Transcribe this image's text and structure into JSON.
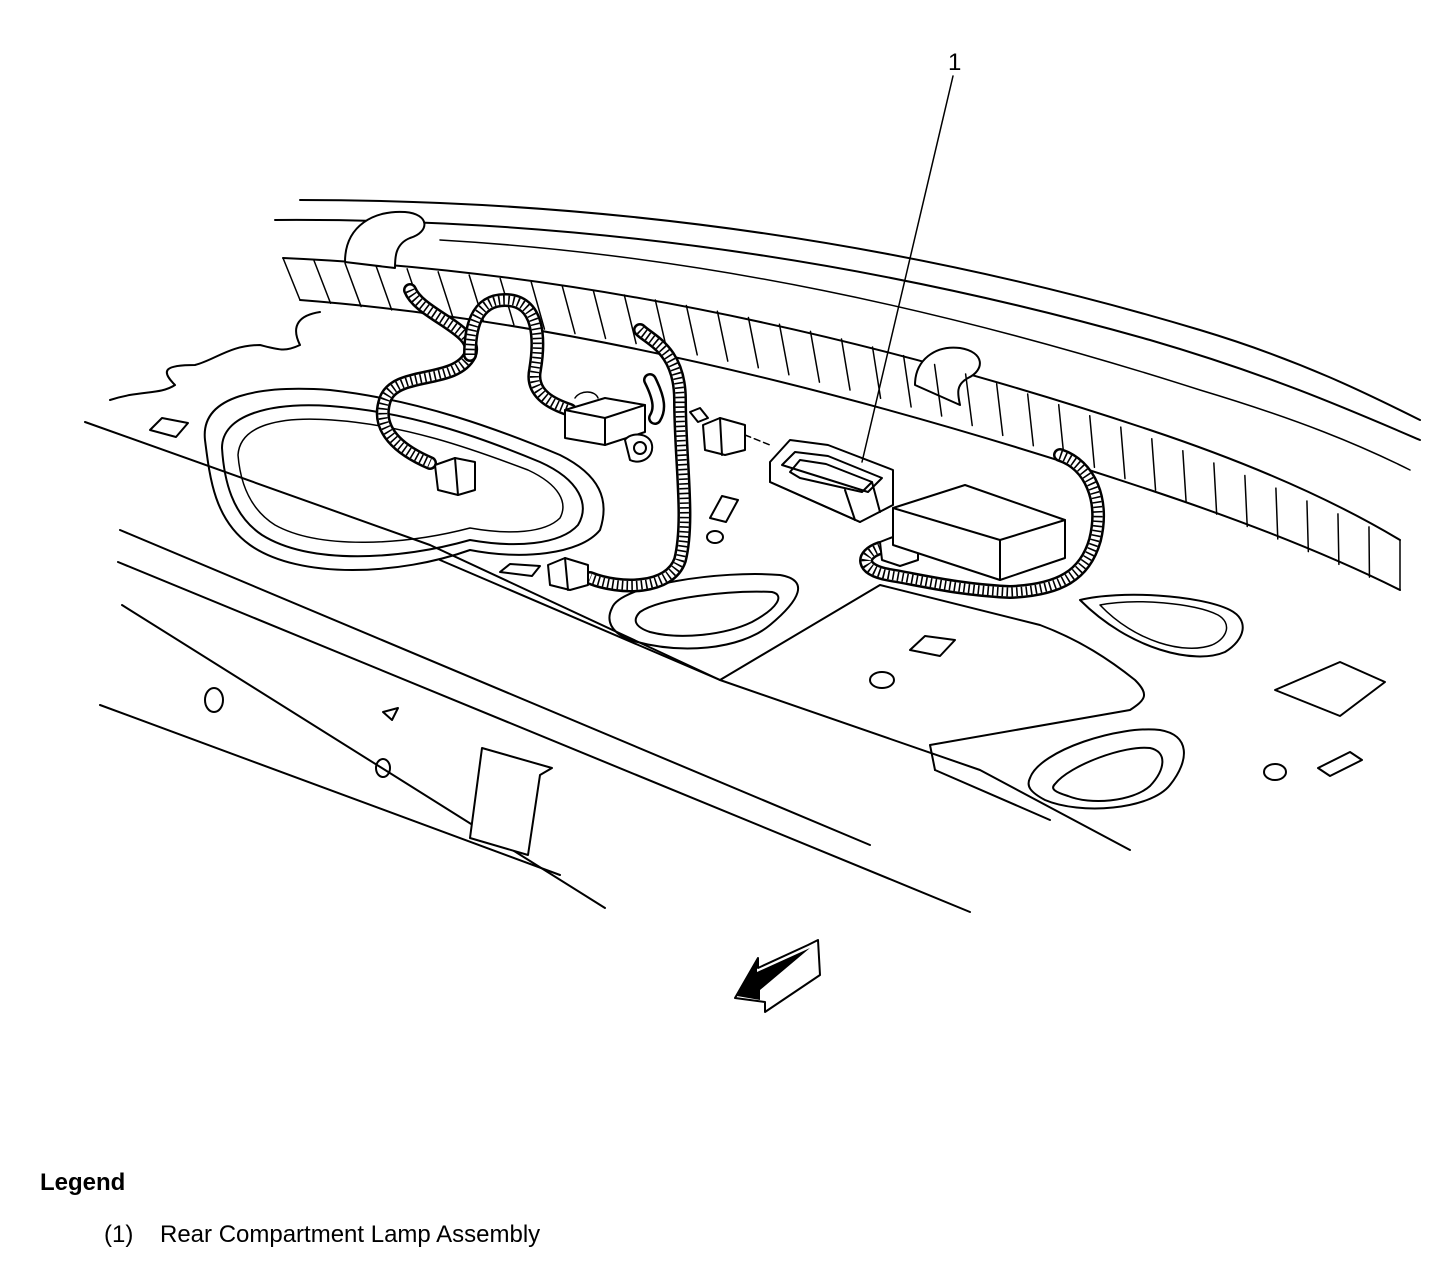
{
  "diagram": {
    "callouts": [
      {
        "number": "1"
      }
    ]
  },
  "legend": {
    "title": "Legend",
    "items": [
      {
        "number": "(1)",
        "label": "Rear Compartment Lamp Assembly"
      }
    ]
  }
}
